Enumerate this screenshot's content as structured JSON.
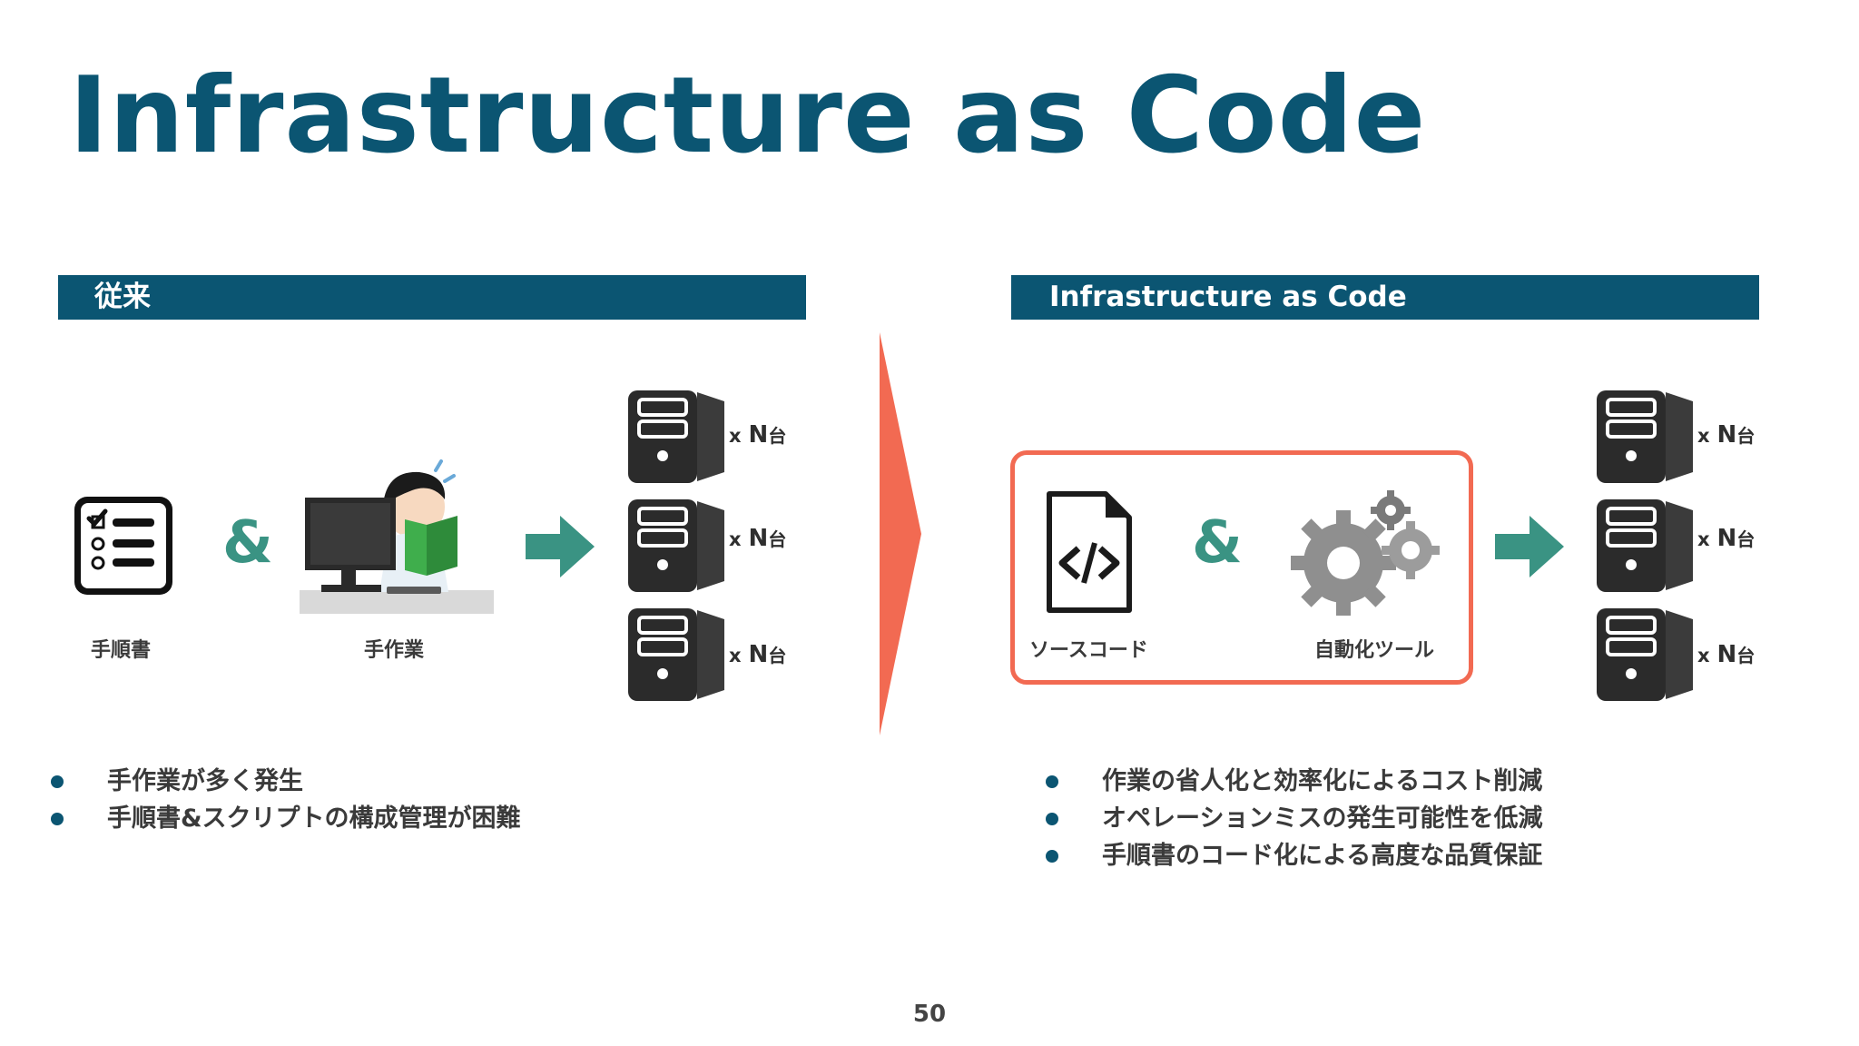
{
  "slide": {
    "title": "Infrastructure as Code",
    "page_number": "50"
  },
  "colors": {
    "primary": "#0b5572",
    "accent_arrow": "#f26a52",
    "green": "#3a9383"
  },
  "left_panel": {
    "header": "従来",
    "amp": "&",
    "items": [
      {
        "label": "手順書",
        "icon": "checklist-icon"
      },
      {
        "label": "手作業",
        "icon": "person-at-computer-icon"
      }
    ],
    "servers": [
      {
        "count": "N",
        "unit": "台",
        "x": "x"
      },
      {
        "count": "N",
        "unit": "台",
        "x": "x"
      },
      {
        "count": "N",
        "unit": "台",
        "x": "x"
      }
    ],
    "bullets": [
      "手作業が多く発生",
      "手順書&スクリプトの構成管理が困難"
    ]
  },
  "right_panel": {
    "header": "Infrastructure as Code",
    "amp": "&",
    "items": [
      {
        "label": "ソースコード",
        "icon": "source-code-file-icon"
      },
      {
        "label": "自動化ツール",
        "icon": "gears-icon"
      }
    ],
    "servers": [
      {
        "count": "N",
        "unit": "台",
        "x": "x"
      },
      {
        "count": "N",
        "unit": "台",
        "x": "x"
      },
      {
        "count": "N",
        "unit": "台",
        "x": "x"
      }
    ],
    "bullets": [
      "作業の省人化と効率化によるコスト削減",
      "オペレーションミスの発生可能性を低減",
      "手順書のコード化による高度な品質保証"
    ]
  }
}
